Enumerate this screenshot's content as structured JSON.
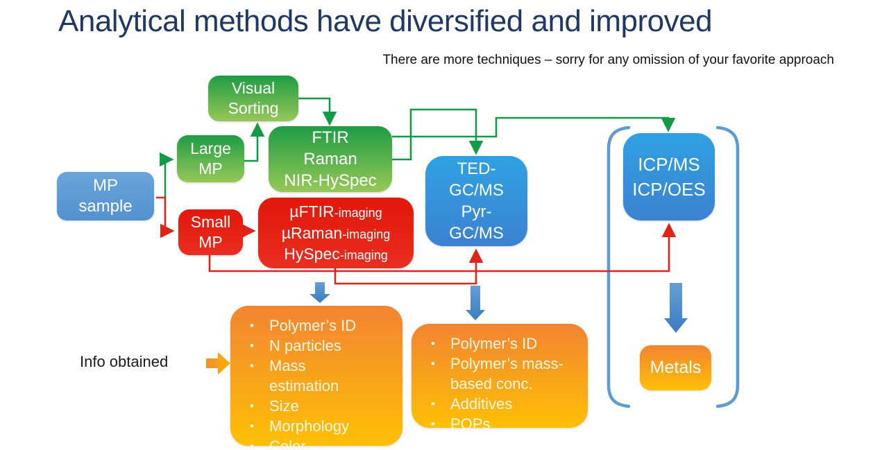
{
  "slide": {
    "title": "Analytical methods have diversified and improved",
    "subtitle": "There are more techniques – sorry for any omission of your favorite approach",
    "info_label": "Info obtained"
  },
  "boxes": {
    "mp_sample": {
      "line1": "MP",
      "line2": "sample"
    },
    "large_mp": {
      "line1": "Large",
      "line2": "MP"
    },
    "small_mp": {
      "line1": "Small",
      "line2": "MP"
    },
    "visual_sorting": {
      "line1": "Visual",
      "line2": "Sorting"
    },
    "spectroscopy": {
      "line1": "FTIR",
      "line2": "Raman",
      "line3": "NIR-HySpec"
    },
    "imaging": {
      "lines": [
        {
          "main": "µFTIR",
          "suffix": "-imaging"
        },
        {
          "main": "µRaman",
          "suffix": "-imaging"
        },
        {
          "main": "HySpec",
          "suffix": "-imaging"
        }
      ]
    },
    "thermal": {
      "line1": "TED-",
      "line2": "GC/MS",
      "line3": "Pyr-",
      "line4": "GC/MS"
    },
    "icp": {
      "line1": "ICP/MS",
      "line2": "ICP/OES"
    },
    "metals": {
      "label": "Metals"
    }
  },
  "outputs": {
    "optical": {
      "items": [
        "Polymer’s ID",
        "N particles",
        "Mass estimation",
        "Size",
        "Morphology",
        "Color"
      ]
    },
    "thermal": {
      "items": [
        "Polymer’s ID",
        "Polymer’s mass-based conc.",
        "Additives",
        "POPs"
      ]
    }
  },
  "colors": {
    "title_navy": "#1F3864",
    "sample_blue": "#5B9BD5",
    "method_green_top": "#1E9C45",
    "method_green_bottom": "#97C856",
    "method_red": "#E2170A",
    "method_blue_top": "#2FA1E3",
    "method_blue_bottom": "#3C82D2",
    "output_orange_top": "#F28432",
    "output_orange_bottom": "#FFC005",
    "connector_green": "#129B47",
    "connector_red": "#E02318",
    "block_arrow_blue": "#4A8BD0",
    "bracket_blue": "#5E9BD0",
    "info_arrow_orange": "#F79421"
  }
}
